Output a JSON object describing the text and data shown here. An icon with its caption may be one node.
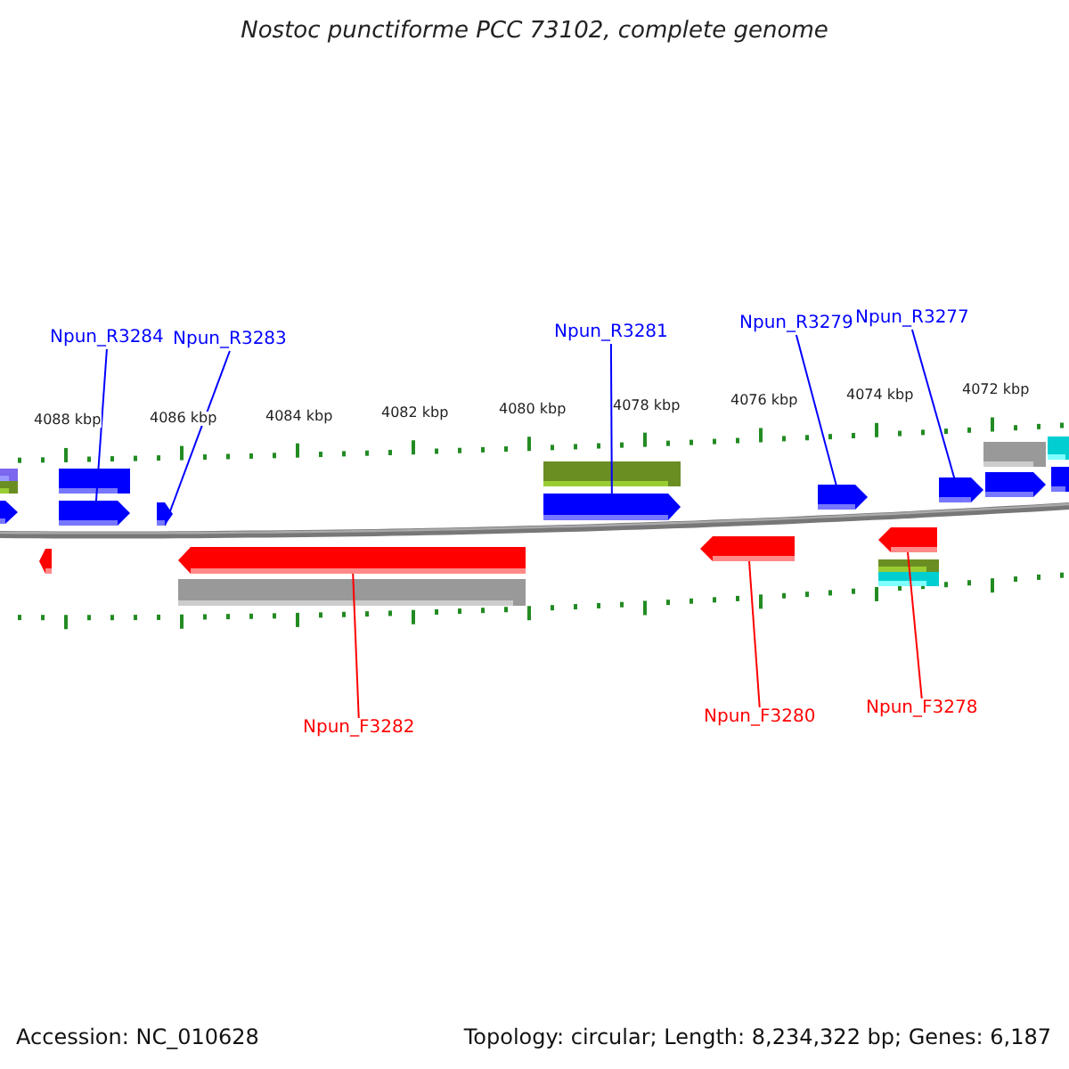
{
  "diagram": {
    "title": "Nostoc punctiforme PCC 73102, complete genome",
    "nodes": [
      {
        "text": [
          "Npun_R3284"
        ]
      },
      {
        "text": [
          "Npun_R3283"
        ]
      },
      {
        "text": [
          "Npun_R3281"
        ]
      },
      {
        "text": [
          "Npun_R3279"
        ]
      },
      {
        "text": [
          "Npun_R3277"
        ]
      },
      {
        "text": [
          "Npun_F3282"
        ]
      },
      {
        "text": [
          "Npun_F3280"
        ]
      },
      {
        "text": [
          "Npun_F3278"
        ]
      },
      {
        "text": [],
        "shape": "bar"
      },
      {
        "text": [],
        "shape": "bar"
      },
      {
        "text": [],
        "shape": "bar"
      },
      {
        "text": [],
        "shape": "bar"
      },
      {
        "text": [],
        "shape": "bar"
      },
      {
        "text": [],
        "shape": "bar"
      },
      {
        "text": [],
        "shape": "bar"
      },
      {
        "text": [],
        "shape": "bar"
      }
    ],
    "edges": [
      {
        "from": 0,
        "to": 8,
        "arrow": "none"
      },
      {
        "from": 1,
        "to": 9,
        "arrow": "none"
      },
      {
        "from": 2,
        "to": 10,
        "arrow": "none"
      },
      {
        "from": 3,
        "to": 11,
        "arrow": "none"
      },
      {
        "from": 4,
        "to": 12,
        "arrow": "none"
      },
      {
        "from": 5,
        "to": 13,
        "arrow": "none",
        "color": "#ff0000"
      },
      {
        "from": 6,
        "to": 14,
        "arrow": "none",
        "color": "#ff0000"
      },
      {
        "from": 7,
        "to": 15,
        "arrow": "none",
        "color": "#ff0000"
      }
    ],
    "labels": [
      "4088 kbp",
      "4086 kbp",
      "4084 kbp",
      "4082 kbp",
      "4080 kbp",
      "4078 kbp",
      "4076 kbp",
      "4074 kbp",
      "4072 kbp",
      "Accession: NC_010628",
      "Topology: circular; Length: 8,234,322 bp; Genes: 6,187"
    ]
  }
}
